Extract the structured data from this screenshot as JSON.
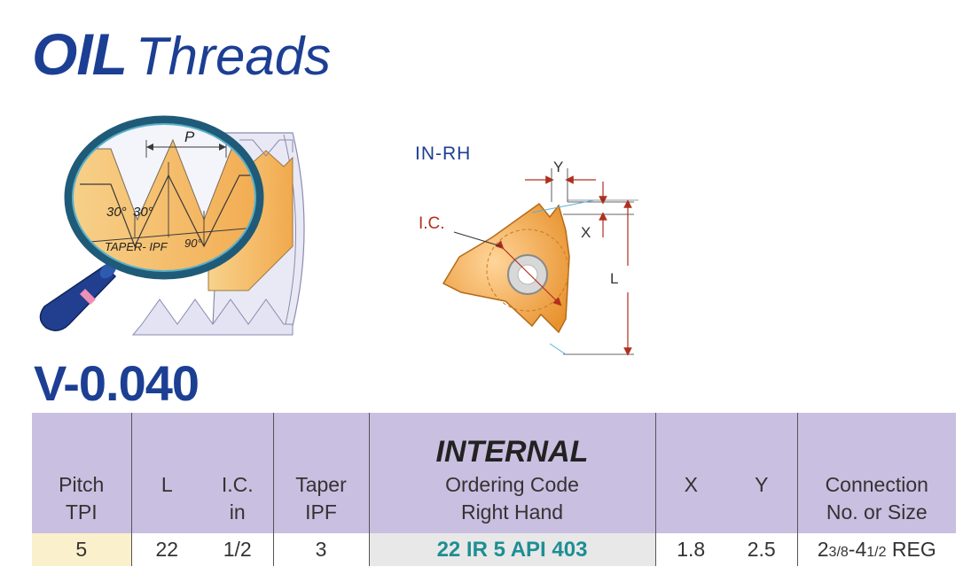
{
  "title": {
    "bold": "OIL",
    "light": "Threads"
  },
  "magnifier": {
    "pitch_label": "P",
    "angle_left": "30°",
    "angle_right": "30°",
    "taper_label": "TAPER- IPF",
    "right_angle": "90°"
  },
  "insert": {
    "orientation": "IN-RH",
    "ic_label": "I.C.",
    "x_label": "X",
    "y_label": "Y",
    "l_label": "L"
  },
  "section": {
    "title": "V-0.040"
  },
  "table": {
    "headers": {
      "pitch": [
        "Pitch",
        "TPI"
      ],
      "l": "L",
      "ic": [
        "I.C.",
        "in"
      ],
      "taper": [
        "Taper",
        "IPF"
      ],
      "internal": "INTERNAL",
      "ordering": [
        "Ordering Code",
        "Right Hand"
      ],
      "x": "X",
      "y": "Y",
      "connection": [
        "Connection",
        "No. or Size"
      ]
    },
    "row": {
      "pitch": "5",
      "l": "22",
      "ic": "1/2",
      "taper": "3",
      "code": "22 IR 5 API 403",
      "x": "1.8",
      "y": "2.5",
      "conn_a": "2",
      "conn_a_sub": "3/8",
      "conn_sep": "-4",
      "conn_b_sub": "1/2",
      "conn_suffix": " REG"
    }
  },
  "colors": {
    "title_blue": "#1c3f94",
    "header_bg": "#c9bfe0",
    "pitch_bg": "#fbf0cc",
    "code_bg": "#e8e8e8",
    "code_text": "#1d8f93",
    "insert_gold": "#f0a440",
    "dimension_red": "#b0301e"
  }
}
